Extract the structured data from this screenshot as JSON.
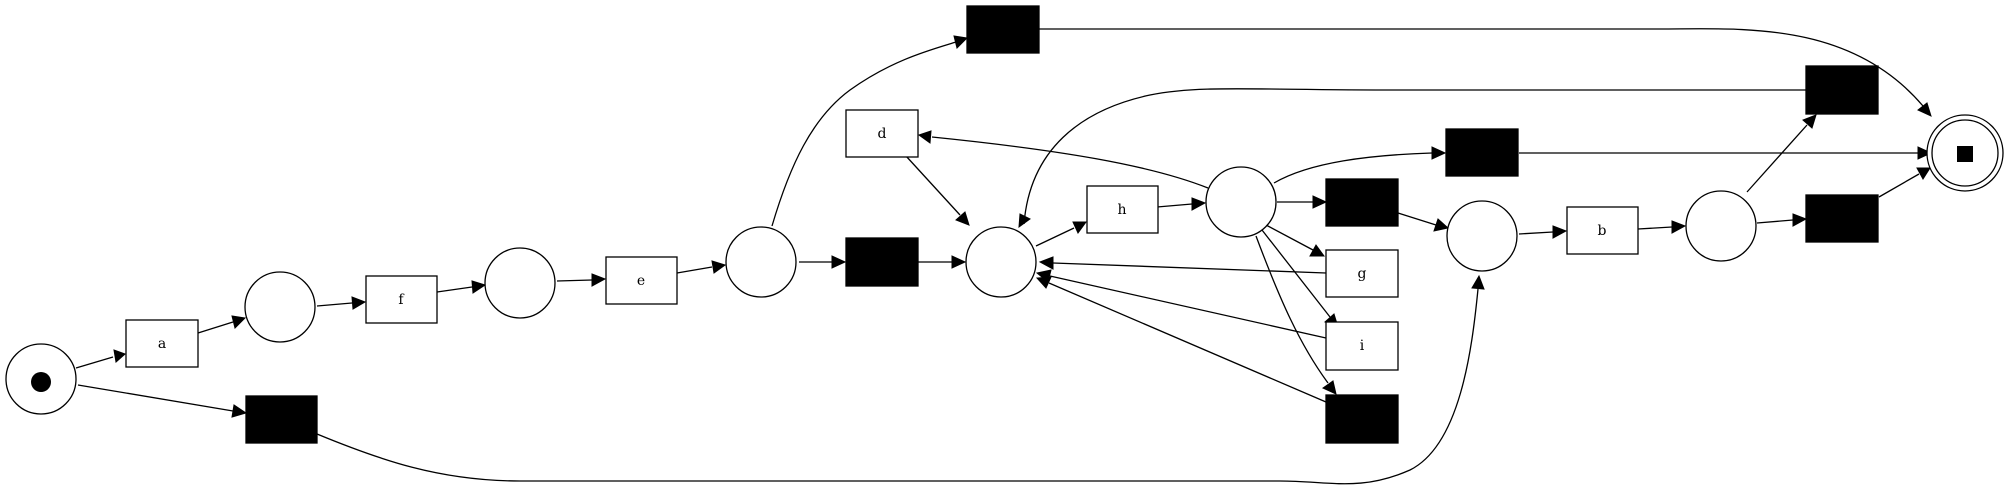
{
  "diagram": {
    "type": "petri-net",
    "colors": {
      "stroke": "#000000",
      "silent_fill": "#000000",
      "background": "#ffffff"
    },
    "places": [
      {
        "id": "p_source",
        "marking": "token"
      },
      {
        "id": "p1"
      },
      {
        "id": "p2"
      },
      {
        "id": "p3"
      },
      {
        "id": "p_hub"
      },
      {
        "id": "p_split"
      },
      {
        "id": "p_b_in"
      },
      {
        "id": "p_b_out"
      },
      {
        "id": "p_sink",
        "marking": "final"
      }
    ],
    "transitions": [
      {
        "id": "t_a",
        "label": "a"
      },
      {
        "id": "t_f",
        "label": "f"
      },
      {
        "id": "t_e",
        "label": "e"
      },
      {
        "id": "t_d",
        "label": "d"
      },
      {
        "id": "t_h",
        "label": "h"
      },
      {
        "id": "t_g",
        "label": "g"
      },
      {
        "id": "t_i",
        "label": "i"
      },
      {
        "id": "t_b",
        "label": "b"
      },
      {
        "id": "tau_skip",
        "label": ""
      },
      {
        "id": "tau_top",
        "label": ""
      },
      {
        "id": "tau_mid",
        "label": ""
      },
      {
        "id": "tau_split_sink",
        "label": ""
      },
      {
        "id": "tau_split_b",
        "label": ""
      },
      {
        "id": "tau_split_low",
        "label": ""
      },
      {
        "id": "tau_loop_back",
        "label": ""
      },
      {
        "id": "tau_end",
        "label": ""
      }
    ]
  }
}
